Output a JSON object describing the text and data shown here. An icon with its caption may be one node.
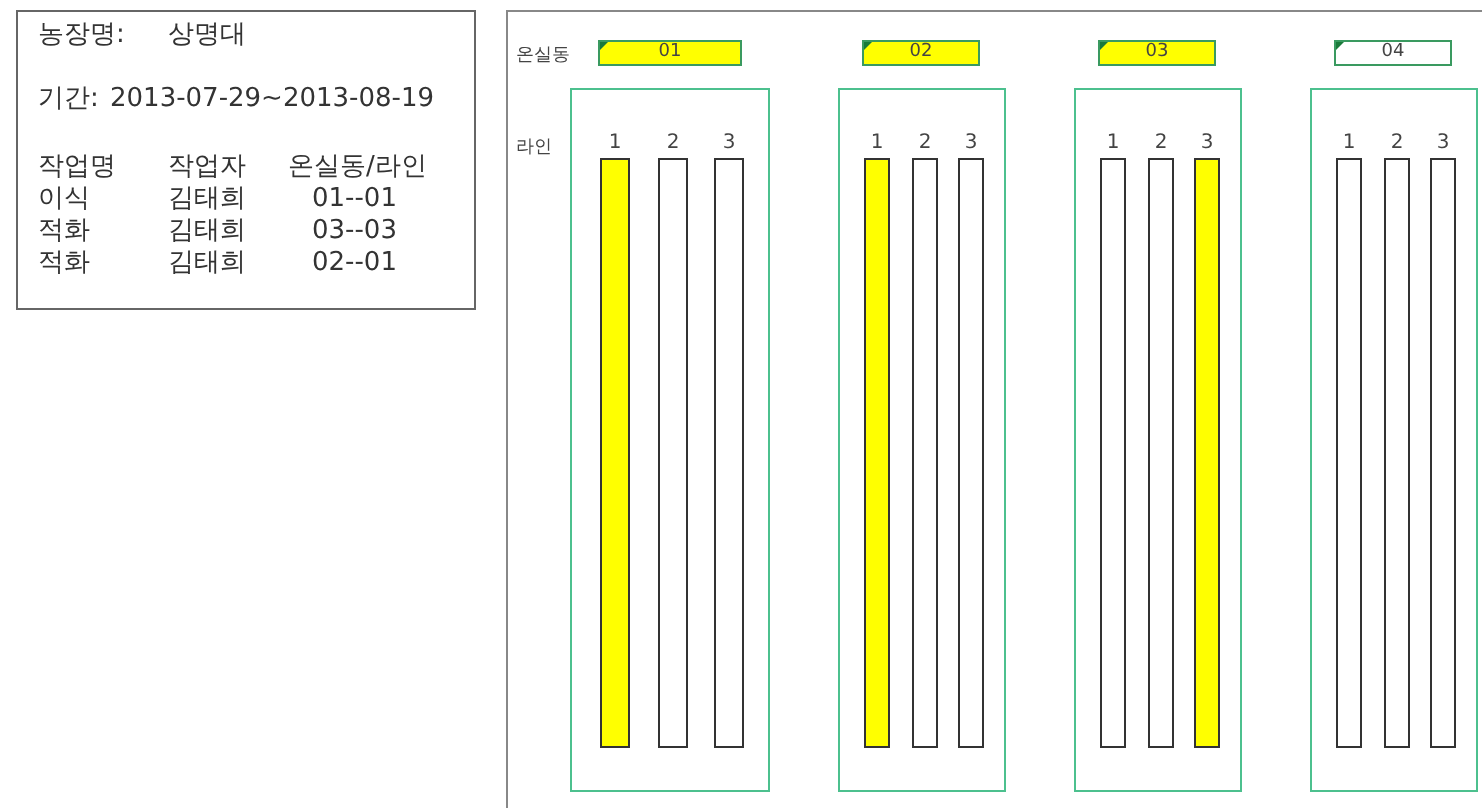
{
  "diagram": {
    "nodes": [
      {
        "text": [
          "농장명:",
          "상명대",
          "기간:",
          "2013-07-29~2013-08-19",
          "작업명",
          "작업자",
          "온실동/라인",
          "이식",
          "김태희",
          "01--01",
          "적화",
          "김태희",
          "03--03",
          "적화",
          "김태희",
          "02--01"
        ]
      },
      {
        "text": [
          "01"
        ]
      },
      {
        "text": [],
        "shape": "box"
      },
      {
        "text": [
          "1"
        ],
        "in": 2
      },
      {
        "text": [
          "2"
        ],
        "in": 2
      },
      {
        "text": [
          "3"
        ],
        "in": 2
      },
      {
        "text": [
          "02"
        ]
      },
      {
        "text": [],
        "shape": "box"
      },
      {
        "text": [
          "1"
        ],
        "in": 7
      },
      {
        "text": [
          "2"
        ],
        "in": 7
      },
      {
        "text": [
          "3"
        ],
        "in": 7
      },
      {
        "text": [
          "03"
        ]
      },
      {
        "text": [],
        "shape": "box"
      },
      {
        "text": [
          "1"
        ],
        "in": 12
      },
      {
        "text": [
          "2"
        ],
        "in": 12
      },
      {
        "text": [
          "3"
        ],
        "in": 12
      },
      {
        "text": [
          "04"
        ]
      },
      {
        "text": [],
        "shape": "box"
      },
      {
        "text": [
          "1"
        ],
        "in": 17
      },
      {
        "text": [
          "2"
        ],
        "in": 17
      },
      {
        "text": [
          "3"
        ],
        "in": 17
      }
    ],
    "labels": [
      "온실동",
      "라인"
    ]
  }
}
